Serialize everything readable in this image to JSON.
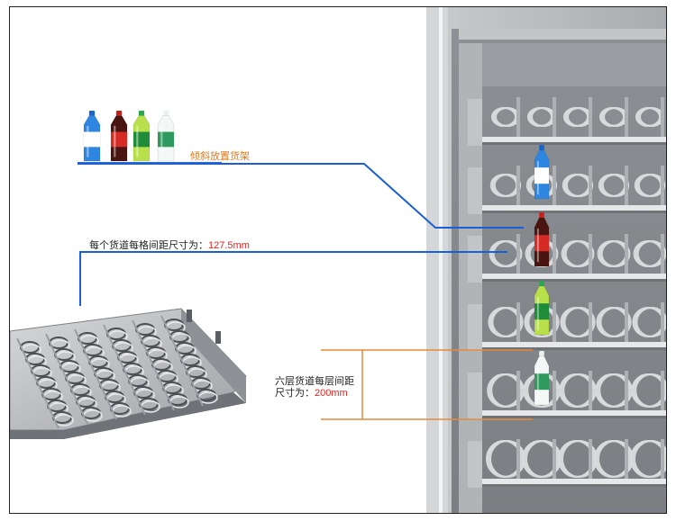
{
  "annotations": {
    "tilted_shelf": {
      "text": "倾斜放置货架"
    },
    "lane_spacing": {
      "prefix": "每个货道每格间距尺寸为：",
      "value": "127.5mm"
    },
    "layer_spacing": {
      "line1": "六层货道每层间距",
      "prefix2": "尺寸为：",
      "value": "200mm"
    }
  },
  "colors": {
    "blue_line": "#1a5fd6",
    "orange_line": "#e58a3a",
    "highlight": "#e8231f",
    "cabinet_gray": "#b9bcbf",
    "shelf_gray": "#8f9297"
  },
  "bottles": [
    {
      "name": "blue-sports-drink-bottle-icon",
      "cap": "#1b63c9",
      "body": "#2f86e0",
      "label": "#ffffff"
    },
    {
      "name": "cola-bottle-icon",
      "cap": "#c9201c",
      "body": "#4a1410",
      "label": "#d62a24"
    },
    {
      "name": "green-soda-bottle-icon",
      "cap": "#2aa64b",
      "body": "#b8e04a",
      "label": "#1f8c3a"
    },
    {
      "name": "clear-water-bottle-icon",
      "cap": "#e8f2f0",
      "body": "#f3f8f7",
      "label": "#2f9a5e"
    }
  ],
  "cabinet": {
    "shelf_count": 6
  }
}
